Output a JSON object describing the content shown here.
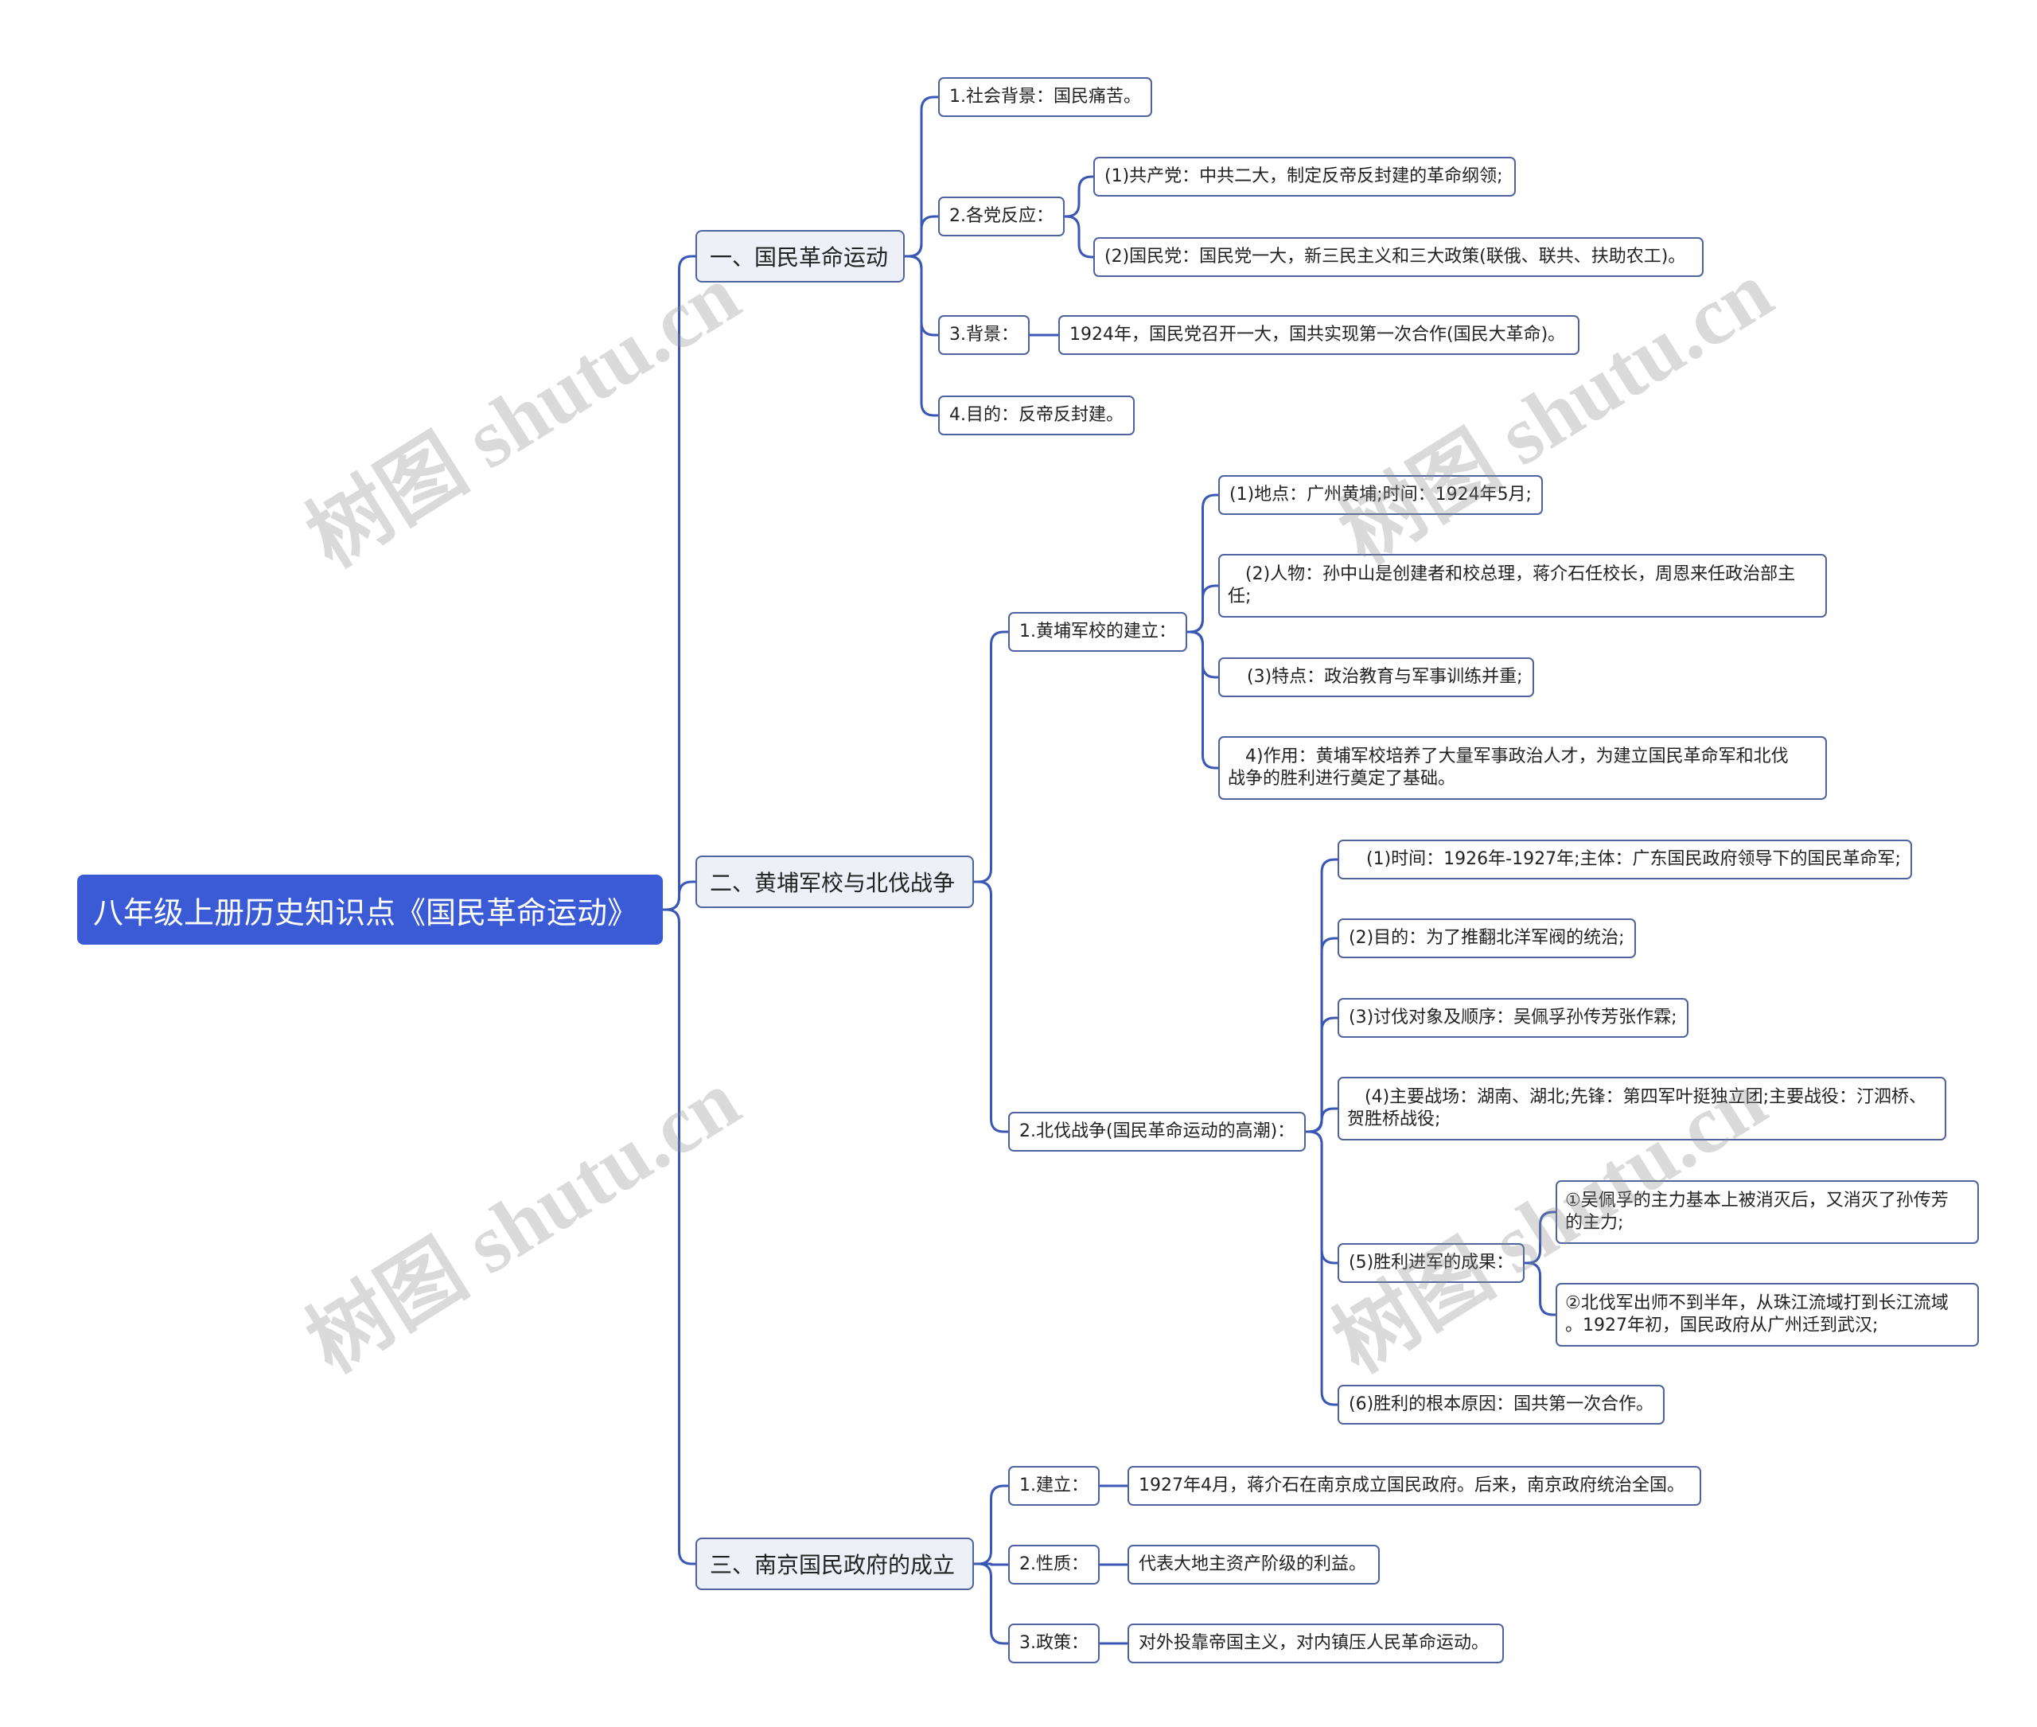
{
  "title": "八年级上册历史知识点《国民革命运动》",
  "branches": [
    {
      "label": "一、国民革命运动",
      "items": [
        {
          "label": "1.社会背景：国民痛苦。"
        },
        {
          "label": "2.各党反应：",
          "children": [
            {
              "label": "(1)共产党：中共二大，制定反帝反封建的革命纲领;"
            },
            {
              "label": "(2)国民党：国民党一大，新三民主义和三大政策(联俄、联共、扶助农工)。"
            }
          ]
        },
        {
          "label": "3.背景：",
          "children": [
            {
              "label": "1924年，国民党召开一大，国共实现第一次合作(国民大革命)。"
            }
          ]
        },
        {
          "label": "4.目的：反帝反封建。"
        }
      ]
    },
    {
      "label": "二、黄埔军校与北伐战争",
      "items": [
        {
          "label": "1.黄埔军校的建立：",
          "children": [
            {
              "label": "(1)地点：广州黄埔;时间：1924年5月;"
            },
            {
              "label": "(2)人物：孙中山是创建者和校总理，蒋介石任校长，周恩来任政治部主任;"
            },
            {
              "label": "(3)特点：政治教育与军事训练并重;"
            },
            {
              "label": "4)作用：黄埔军校培养了大量军事政治人才，为建立国民革命军和北伐战争的胜利进行奠定了基础。"
            }
          ]
        },
        {
          "label": "2.北伐战争(国民革命运动的高潮)：",
          "children": [
            {
              "label": "(1)时间：1926年-1927年;主体：广东国民政府领导下的国民革命军;"
            },
            {
              "label": "(2)目的：为了推翻北洋军阀的统治;"
            },
            {
              "label": "(3)讨伐对象及顺序：吴佩孚孙传芳张作霖;"
            },
            {
              "label": "(4)主要战场：湖南、湖北;先锋：第四军叶挺独立团;主要战役：汀泗桥、贺胜桥战役;"
            },
            {
              "label": "(5)胜利进军的成果：",
              "children": [
                {
                  "label": "①吴佩孚的主力基本上被消灭后，又消灭了孙传芳的主力;"
                },
                {
                  "label": "②北伐军出师不到半年，从珠江流域打到长江流域。1927年初，国民政府从广州迁到武汉;"
                }
              ]
            },
            {
              "label": "(6)胜利的根本原因：国共第一次合作。"
            }
          ]
        }
      ]
    },
    {
      "label": "三、南京国民政府的成立",
      "items": [
        {
          "label": "1.建立：",
          "children": [
            {
              "label": "1927年4月，蒋介石在南京成立国民政府。后来，南京政府统治全国。"
            }
          ]
        },
        {
          "label": "2.性质：",
          "children": [
            {
              "label": "代表大地主资产阶级的利益。"
            }
          ]
        },
        {
          "label": "3.政策：",
          "children": [
            {
              "label": "对外投靠帝国主义，对内镇压人民革命运动。"
            }
          ]
        }
      ]
    }
  ],
  "watermark": "树图 shutu.cn",
  "colors": {
    "root_fill": "#3b5bd6",
    "connector": "#3a57b5",
    "node_border": "#4f63a0",
    "main_fill": "#edf1f7"
  }
}
